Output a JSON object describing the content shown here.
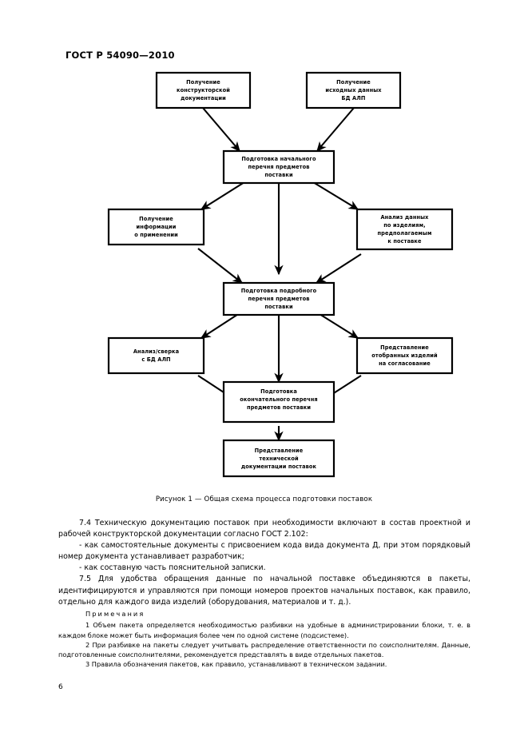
{
  "header": {
    "standard_id": "ГОСТ Р 54090—2010"
  },
  "figure": {
    "caption": "Рисунок 1 — Общая схема процесса подготовки поставок",
    "boxes": [
      {
        "id": "poluchenie-konstruktorskoy-dokumentatsii",
        "lines": [
          "Получение",
          "конструкторской",
          "документации"
        ]
      },
      {
        "id": "poluchenie-ishodnyh-dannyh-bd-alp",
        "lines": [
          "Получение",
          "исходных данных",
          "БД АЛП"
        ]
      },
      {
        "id": "podgotovka-nachalnogo-perechnya",
        "lines": [
          "Подготовка начального",
          "перечня предметов",
          "поставки"
        ]
      },
      {
        "id": "poluchenie-informatsii-o-primenenii",
        "lines": [
          "Получение",
          "информации",
          "о применении"
        ]
      },
      {
        "id": "analiz-dannyh-po-izdeliyam",
        "lines": [
          "Анализ данных",
          "по изделиям,",
          "предполагаемым",
          "к поставке"
        ]
      },
      {
        "id": "podgotovka-podrobnogo-perechnya",
        "lines": [
          "Подготовка подробного",
          "перечня предметов",
          "поставки"
        ]
      },
      {
        "id": "analiz-sverka-s-bd-alp",
        "lines": [
          "Анализ/сверка",
          "с БД АЛП"
        ]
      },
      {
        "id": "predstavlenie-otobrannyh-izdeliy",
        "lines": [
          "Представление",
          "отобранных изделий",
          "на согласование"
        ]
      },
      {
        "id": "podgotovka-okonchatelnogo-perechnya",
        "lines": [
          "Подготовка",
          "окончательного перечня",
          "предметов поставки"
        ]
      },
      {
        "id": "predstavlenie-tehnicheskoy-dokumentatsii",
        "lines": [
          "Представление",
          "технической",
          "документации поставок"
        ]
      }
    ]
  },
  "body": {
    "clause_74": "7.4  Техническую документацию поставок при необходимости включают в состав проектной и рабочей конструкторской документации согласно ГОСТ 2.102:",
    "bullet_1": "- как самостоятельные документы с присвоением кода вида документа Д, при этом порядковый номер документа устанавливает разработчик;",
    "bullet_2": "- как составную часть пояснительной записки.",
    "clause_75": "7.5  Для удобства обращения данные по начальной поставке объединяются в пакеты, идентифицируются и управляются при помощи номеров проектов начальных поставок, как правило, отдельно для каждого вида изделий (оборудования, материалов и т. д.)."
  },
  "notes": {
    "title": "Примечания",
    "items": [
      "1  Объем пакета определяется необходимостью разбивки на удобные в администрировании блоки, т. е. в каждом блоке может быть информация более чем по одной системе (подсистеме).",
      "2  При разбивке на пакеты следует учитывать распределение ответственности по соисполнителям. Данные, подготовленные соисполнителями, рекомендуется представлять в виде отдельных пакетов.",
      "3  Правила обозначения пакетов, как правило, устанавливают в техническом задании."
    ]
  },
  "footer": {
    "page_number": "6"
  }
}
